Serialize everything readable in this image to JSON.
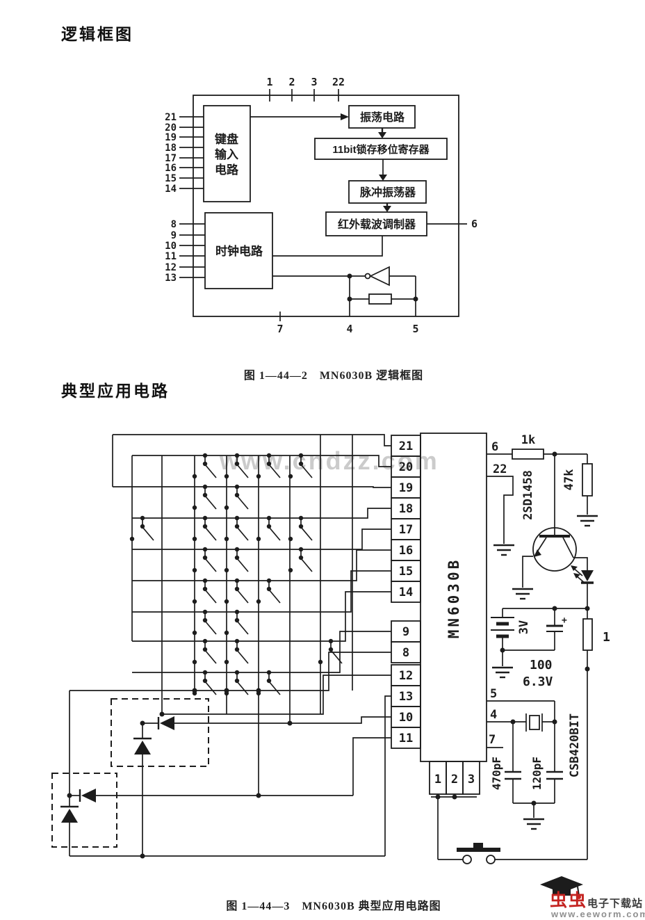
{
  "page": {
    "heading1": "逻辑框图",
    "heading2": "典型应用电路",
    "caption1": "图 1—44—2　MN6030B 逻辑框图",
    "caption2": "图 1—44—3　MN6030B 典型应用电路图",
    "watermark": "www.cndzz.com"
  },
  "block_diagram": {
    "top_pins": [
      "1",
      "2",
      "3",
      "22"
    ],
    "left_pins_upper": [
      "21",
      "20",
      "19",
      "18",
      "17",
      "16",
      "15",
      "14"
    ],
    "left_pins_lower": [
      "8",
      "9",
      "10",
      "11",
      "12",
      "13"
    ],
    "right_pin": "6",
    "bottom_pins": [
      "7",
      "4",
      "5"
    ],
    "blocks": {
      "keyboard_lines": [
        "键盘",
        "输入",
        "电路"
      ],
      "oscillator": "振荡电路",
      "shift_register": "11bit锁存移位寄存器",
      "pulse_osc": "脉冲振荡器",
      "ir_modulator": "红外载波调制器",
      "clock": "时钟电路"
    }
  },
  "application_circuit": {
    "ic_label": "MN6030B",
    "left_pins": [
      "21",
      "20",
      "19",
      "18",
      "17",
      "16",
      "15",
      "14",
      "9",
      "8",
      "12",
      "13",
      "10",
      "11"
    ],
    "bottom_pins": [
      "1",
      "2",
      "3"
    ],
    "right_pins": [
      "6",
      "22",
      "5",
      "4",
      "7"
    ],
    "components": {
      "r_base": "1k",
      "r_bias": "47k",
      "transistor": "2SD1458",
      "battery": "3V",
      "cap_filter": [
        "100",
        "6.3V"
      ],
      "r_led": "1",
      "c1": "470pF",
      "c2": "120pF",
      "resonator": "CSB420BIT"
    }
  },
  "footer": {
    "brand": "虫虫",
    "site": "电子下载站",
    "url": "www.eeworm.com"
  },
  "colors": {
    "ink": "#1c1c1c",
    "watermark": "#cbcbcb",
    "brand_red": "#c42421",
    "site_gray": "#3a3a3a",
    "url_gray": "#8f8f8f"
  }
}
